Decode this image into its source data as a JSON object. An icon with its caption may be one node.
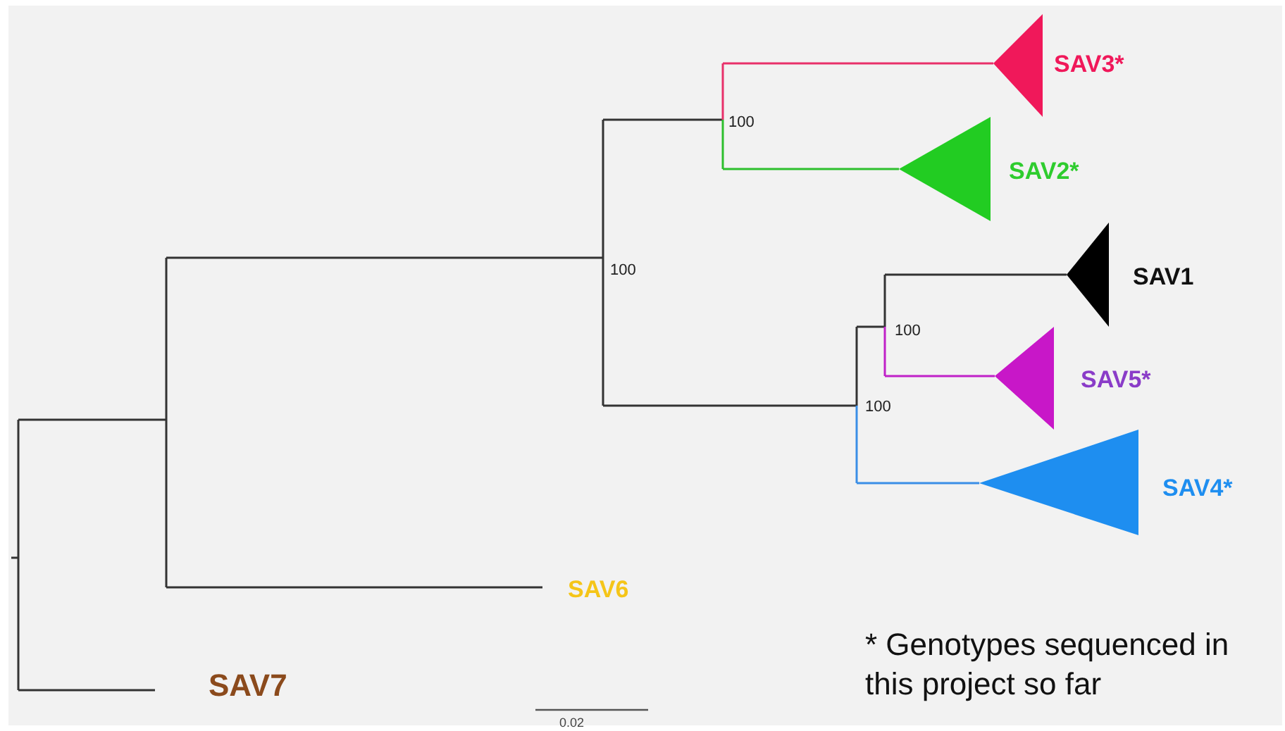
{
  "diagram": {
    "labels": [
      "SAV3*",
      "100",
      "SAV2*",
      "100",
      "SAV1",
      "100",
      "SAV5*",
      "100",
      "SAV4*",
      "SAV6",
      "* Genotypes sequenced in this project so far",
      "SAV7",
      "0.02"
    ]
  }
}
